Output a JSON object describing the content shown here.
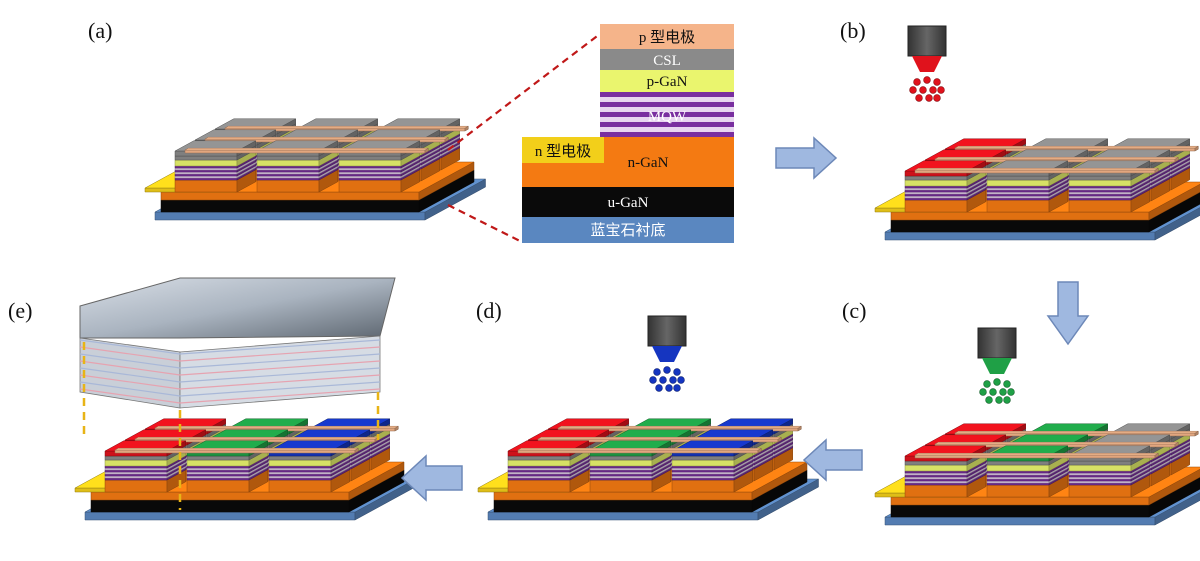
{
  "panels": {
    "a": "(a)",
    "b": "(b)",
    "c": "(c)",
    "d": "(d)",
    "e": "(e)"
  },
  "layer_stack": {
    "p_electrode": "p 型电极",
    "csl": "CSL",
    "p_gan": "p-GaN",
    "mqw": "MQW",
    "n_electrode": "n 型电极",
    "n_gan": "n-GaN",
    "u_gan": "u-GaN",
    "substrate": "蓝宝石衬底"
  },
  "colors": {
    "p_electrode": "#f5b48a",
    "csl": "#8a8a8a",
    "p_gan": "#eaf56e",
    "mqw": "#7a2fa0",
    "n_gan": "#f47a12",
    "n_electrode": "#f2cf1a",
    "u_gan": "#0a0a0a",
    "substrate": "#5a87c0",
    "red_qd": "#e0121c",
    "green_qd": "#1fa046",
    "blue_qd": "#1535c0",
    "arrow": "#9fb8e0"
  }
}
